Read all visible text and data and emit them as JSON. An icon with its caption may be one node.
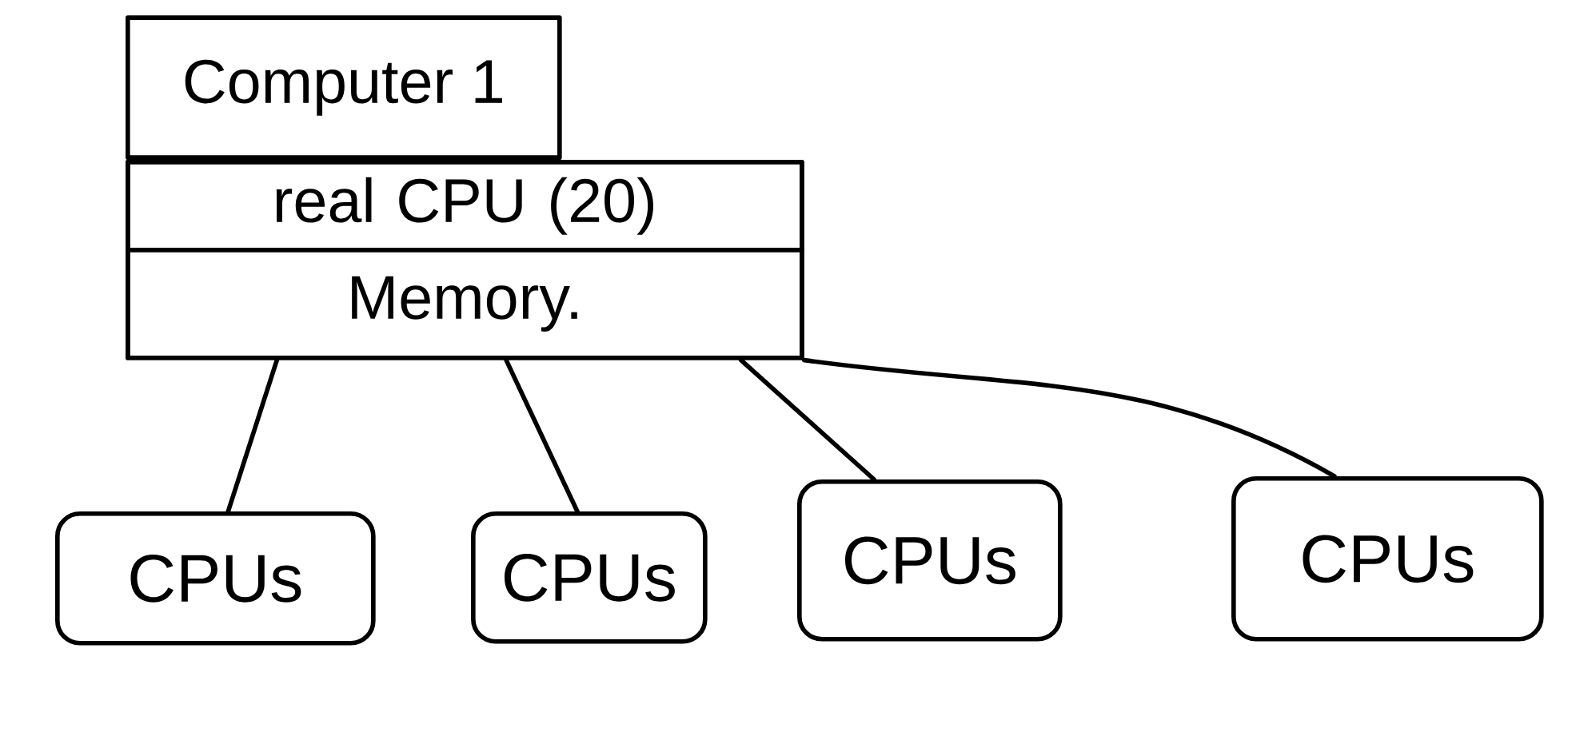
{
  "diagram": {
    "nodes": [
      {
        "text": [
          "Computer 1"
        ]
      },
      {
        "text": [
          "real CPU (20)"
        ],
        "in": 0
      },
      {
        "text": [
          "Memory."
        ],
        "in": 0
      },
      {
        "text": [
          "CPUs"
        ]
      },
      {
        "text": [
          "CPUs"
        ]
      },
      {
        "text": [
          "CPUs"
        ]
      },
      {
        "text": [
          "CPUs"
        ]
      }
    ],
    "edges": [
      {
        "from": 0,
        "to": 3,
        "arrow": "none"
      },
      {
        "from": 0,
        "to": 4,
        "arrow": "none"
      },
      {
        "from": 0,
        "to": 5,
        "arrow": "none"
      },
      {
        "from": 0,
        "to": 6,
        "arrow": "none"
      }
    ]
  }
}
